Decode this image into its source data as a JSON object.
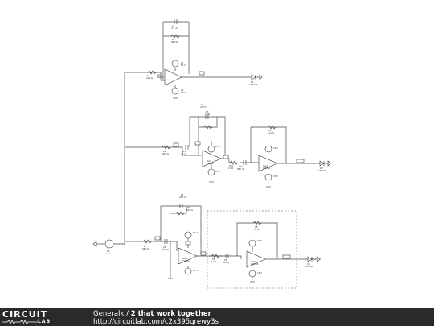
{
  "footer": {
    "brand": "CIRCUIT",
    "brand_sub": "LAB",
    "author": "Generalk",
    "separator": "/",
    "title": "2 that work together",
    "url": "http://circuitlab.com/c2x395qrewy3s"
  },
  "parts": {
    "c1": {
      "name": "C1",
      "value": "4.7 nF"
    },
    "r6": {
      "name": "R6",
      "value": "680 Ω"
    },
    "r1": {
      "name": "R1",
      "value": "100 Ω"
    },
    "op1": {
      "name": "OA1",
      "value": "TL082"
    },
    "v1": {
      "name": "V1",
      "value": "15 V"
    },
    "v2": {
      "name": "V2",
      "value": "15 V"
    },
    "d1": {
      "name": "D1",
      "value": "1N4148"
    },
    "c3": {
      "name": "C3",
      "value": "47 nF"
    },
    "r3": {
      "name": "R3",
      "value": "1 kΩ"
    },
    "r4": {
      "name": "R4",
      "value": "820 Ω"
    },
    "c11": {
      "name": "C11",
      "value": "47 nF"
    },
    "op2": {
      "name": "OA2",
      "value": "TL082"
    },
    "r10": {
      "name": "R10",
      "value": "1 kΩ"
    },
    "c10": {
      "name": "C10",
      "value": "680 nF"
    },
    "r11": {
      "name": "R11",
      "value": "10 kΩ"
    },
    "op3": {
      "name": "OA3",
      "value": "LM358"
    },
    "d2": {
      "name": "D2",
      "value": "1N4148"
    },
    "c5": {
      "name": "C5",
      "value": "220 nF"
    },
    "r5": {
      "name": "R5",
      "value": "820 Ω"
    },
    "r7": {
      "name": "R7",
      "value": "680 Ω"
    },
    "c4": {
      "name": "C4",
      "value": "680 nF"
    },
    "op4": {
      "name": "OA4",
      "value": "TL082"
    },
    "r9": {
      "name": "R9",
      "value": "1 kΩ"
    },
    "c9": {
      "name": "C9",
      "value": "680 nF"
    },
    "r8": {
      "name": "R8",
      "value": "10 kΩ"
    },
    "op5": {
      "name": "OA5",
      "value": "LM358"
    },
    "d3": {
      "name": "D3",
      "value": "1N4148"
    },
    "vin": {
      "name": "V3",
      "value": "1 V"
    }
  },
  "supplies": {
    "pos": "15 V",
    "neg": "15 V"
  }
}
